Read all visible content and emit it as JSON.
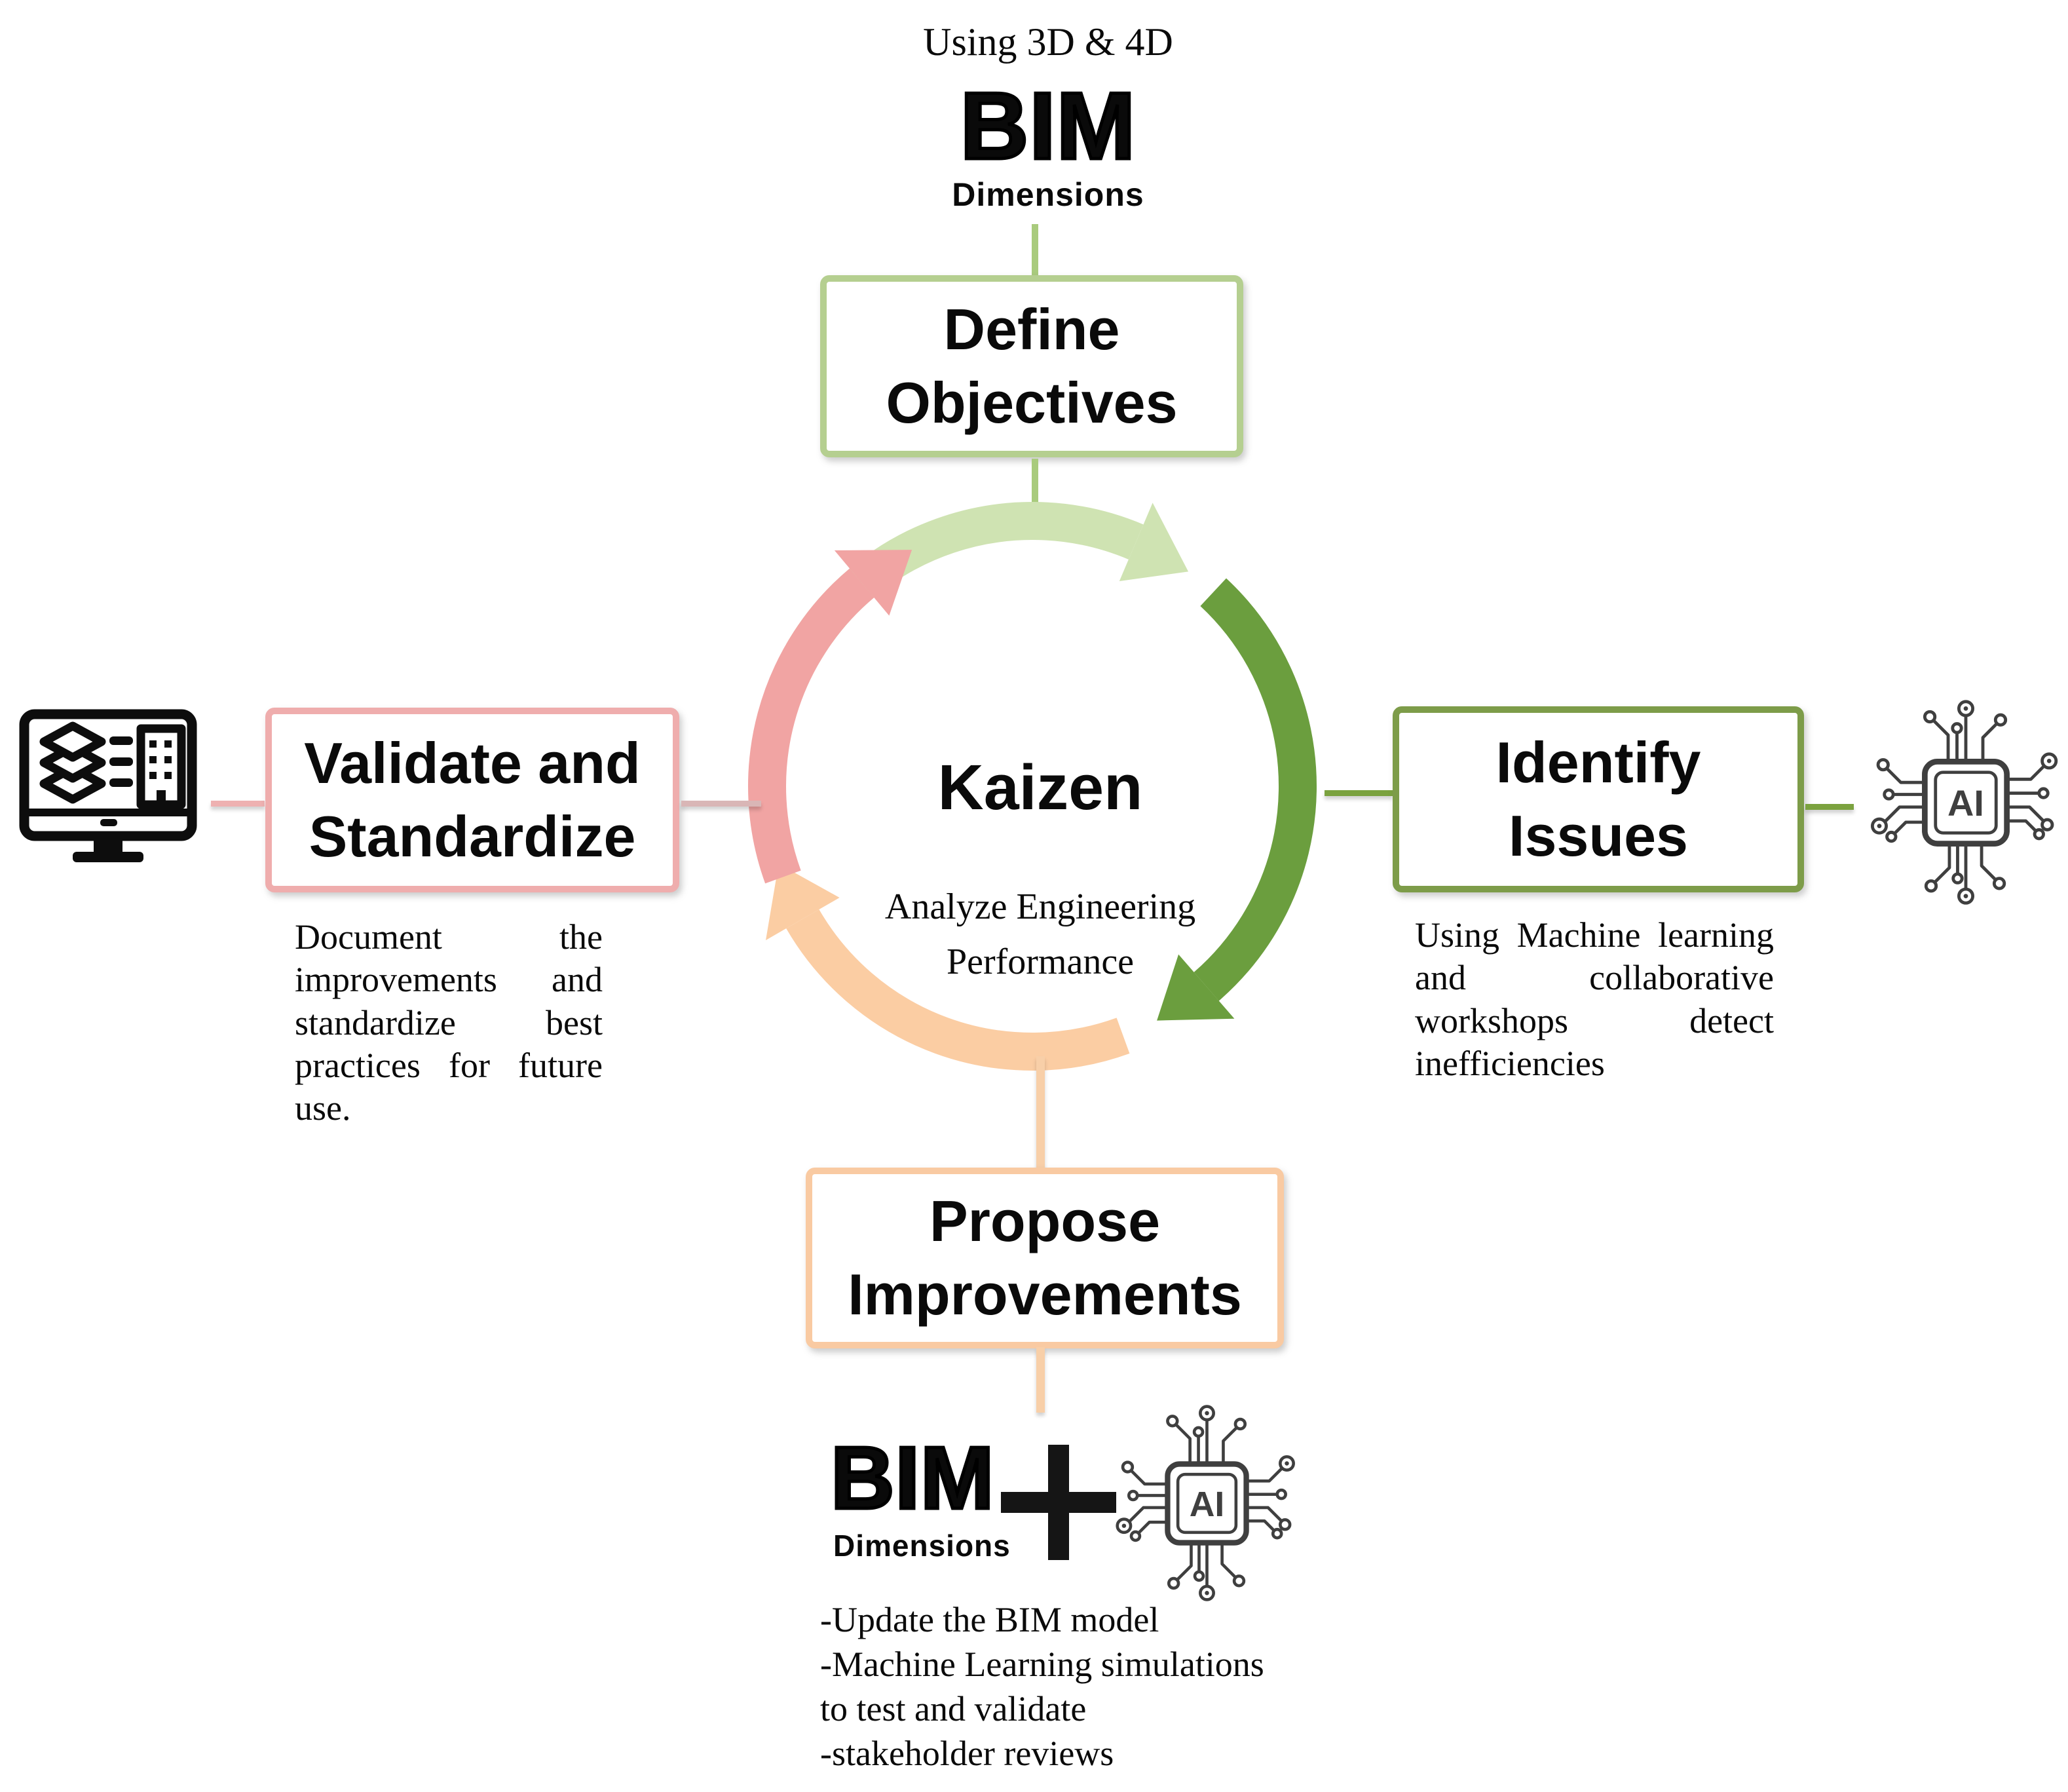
{
  "header": {
    "caption": "Using 3D & 4D",
    "bim_title": "BIM",
    "bim_subtitle": "Dimensions"
  },
  "cycle": {
    "title": "Kaizen",
    "subtitle": "Analyze Engineering Performance",
    "arc_colors": {
      "top": "#cfe3b2",
      "right": "#6b9e3e",
      "bottom": "#fbcda3",
      "left": "#f1a4a3"
    }
  },
  "stages": {
    "define": {
      "label": "Define Objectives",
      "border_color": "#b5cf90"
    },
    "identify": {
      "label": "Identify Issues",
      "border_color": "#7d9c49",
      "description_lines": [
        "Using Machine learning",
        "and collaborative",
        "workshops detect",
        "inefficiencies"
      ]
    },
    "validate": {
      "label": "Validate and Standardize",
      "border_color": "#efadad",
      "description_lines": [
        "Document the",
        "improvements and",
        "standardize best",
        "practices for future",
        "use."
      ]
    },
    "propose": {
      "label": "Propose Improvements",
      "border_color": "#f9caa2"
    }
  },
  "footer": {
    "bim_title": "BIM",
    "bim_subtitle": "Dimensions",
    "plus_sign": "+",
    "notes_lines": [
      "-Update the BIM model",
      "-Machine Learning simulations",
      "to test and validate",
      "-stakeholder reviews"
    ]
  },
  "icons": {
    "ai_chip_label": "AI"
  }
}
